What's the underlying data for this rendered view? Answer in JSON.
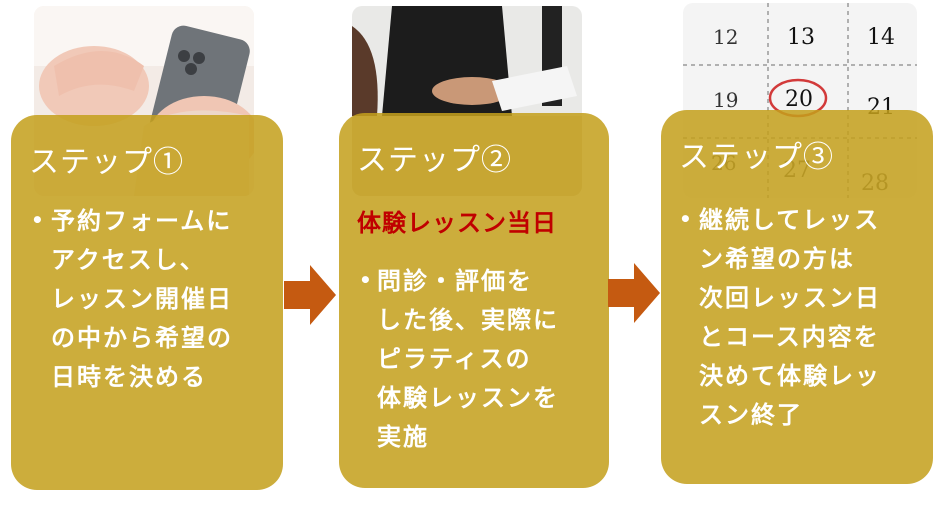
{
  "colors": {
    "card_fill": "#C4A01C",
    "text": "#FFFFFF",
    "highlight": "#C00000",
    "arrow": "#C55A11"
  },
  "steps": [
    {
      "title": "ステップ①",
      "subtitle": "",
      "bullet": "•",
      "lines": [
        "予約フォームに",
        "アクセスし、",
        "レッスン開催日",
        "の中から希望の",
        "日時を決める"
      ]
    },
    {
      "title": "ステップ②",
      "subtitle": "体験レッスン当日",
      "bullet": "•",
      "lines": [
        "問診・評価を",
        "した後、実際に",
        "ピラティスの",
        "体験レッスンを",
        "実施"
      ]
    },
    {
      "title": "ステップ③",
      "subtitle": "",
      "bullet": "•",
      "lines": [
        "継続してレッス",
        "ン希望の方は",
        "次回レッスン日",
        "とコース内容を",
        "決めて体験レッ",
        "スン終了"
      ]
    }
  ],
  "calendar": {
    "row1": [
      "12",
      "13",
      "14"
    ],
    "row2": [
      "19",
      "20",
      "21"
    ],
    "row3": [
      "26",
      "27",
      "28"
    ]
  },
  "icons": {
    "arrow1": "right-arrow-icon",
    "arrow2": "right-arrow-icon"
  }
}
